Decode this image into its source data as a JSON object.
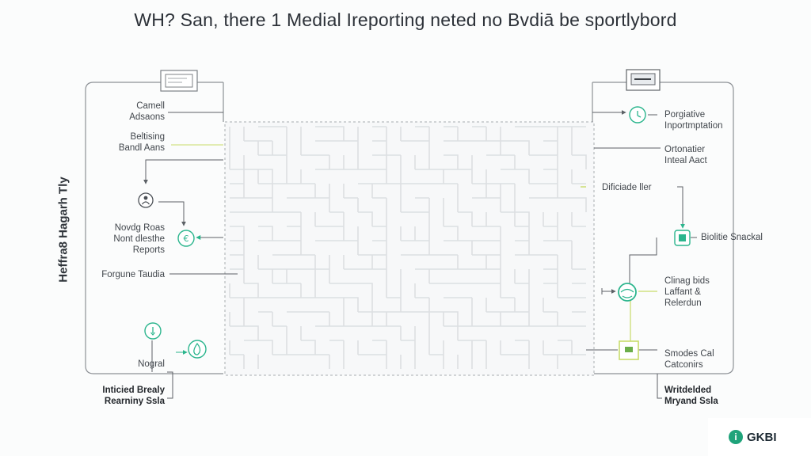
{
  "title": "WH? San, there 1 Medial Ireporting neted no Bvdiā be sportlybord",
  "side_title": "Heffra8 Hagarh Tly",
  "left_labels": {
    "camell": [
      "Camell",
      "Adsaons"
    ],
    "beltising": [
      "Beltising",
      "Bandl Aans"
    ],
    "novdg": [
      "Novdg Roas",
      "Nont dlesthe",
      "Reports"
    ],
    "forgune": "Forgune Taudia",
    "nogral": "Nogral",
    "inticied": [
      "Inticied Brealy",
      "Rearniny Ssla"
    ]
  },
  "right_labels": {
    "porgiative": [
      "Porgiative",
      "Inportmptation"
    ],
    "ortonatier": [
      "Ortonatier",
      "Inteal Aact"
    ],
    "dificiade": "Dificiade ller",
    "biolitie": "Biolitie Snackal",
    "clinag": [
      "Clinag bids",
      "Laffant &",
      "Relerdun"
    ],
    "smodes": [
      "Smodes Cal",
      "Catconirs"
    ],
    "writdelded": [
      "Writdelded",
      "Mryand Ssla"
    ]
  },
  "badge": {
    "text": "GKBI",
    "icon": "i"
  },
  "icons": {
    "left_monitor": "monitor-icon",
    "right_monitor": "monitor-icon",
    "person": "person-icon",
    "euro": "euro-icon",
    "pin": "pin-icon",
    "flame": "flame-icon",
    "clock": "clock-icon",
    "chip": "chip-icon",
    "globe": "globe-icon",
    "card": "card-icon",
    "badge": "info-icon"
  },
  "colors": {
    "accent": "#2bb58d",
    "line": "#6b7075",
    "lime": "#c8dc6a",
    "grid": "#d9dcdf"
  }
}
